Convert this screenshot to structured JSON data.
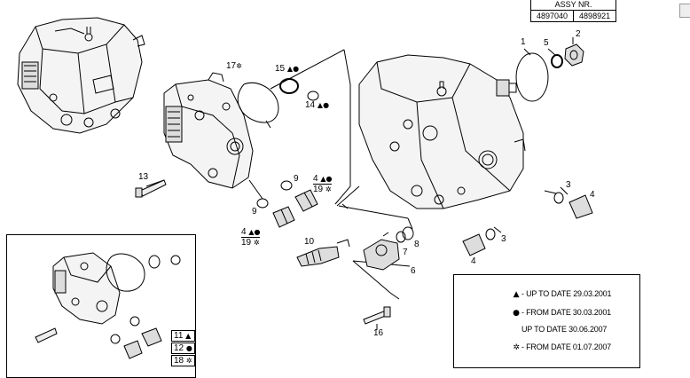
{
  "assembly_table": {
    "header": "ASSY NR.",
    "values": [
      "4897040",
      "4898921"
    ]
  },
  "callouts": {
    "p1": "1",
    "p2": "2",
    "p3a": "3",
    "p3b": "3",
    "p4a": "4",
    "p4b": "4",
    "p5": "5",
    "p6": "6",
    "p7": "7",
    "p8": "8",
    "p9a": "9",
    "p9b": "9",
    "p10": "10",
    "p13": "13",
    "p14": "14",
    "p15": "15",
    "p16": "16",
    "p17": "17"
  },
  "markers": {
    "triangle": "▲",
    "circle": "●",
    "star": "✲"
  },
  "fractions": {
    "left_top": "4",
    "left_bottom": "19",
    "mid_top": "4",
    "mid_bottom": "19",
    "inset_rows": [
      "11",
      "12",
      "18"
    ]
  },
  "legend": {
    "entries": [
      {
        "marker": "▲",
        "text": "- UP TO DATE 29.03.2001"
      },
      {
        "marker": "●",
        "text": "- FROM DATE 30.03.2001"
      },
      {
        "marker": "",
        "text": "UP TO DATE 30.06.2007"
      },
      {
        "marker": "✲",
        "text": "- FROM DATE 01.07.2007"
      }
    ]
  },
  "colors": {
    "line": "#000000",
    "background": "#ffffff",
    "part_shade": "#cfcfcf"
  },
  "icons": [
    "fuel-pump-icon",
    "legend-parts-icon"
  ]
}
